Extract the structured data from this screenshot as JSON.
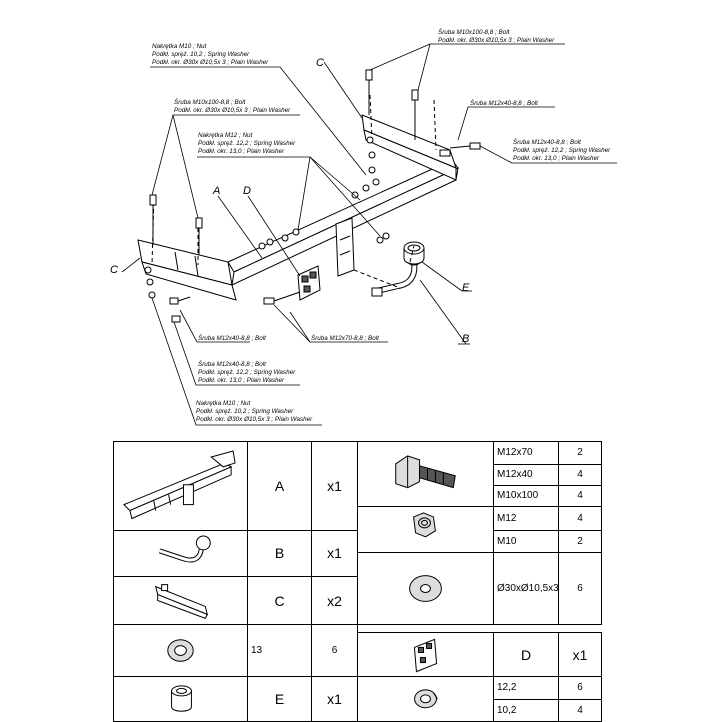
{
  "drawing": {
    "letters": {
      "C_top": "C",
      "C_left": "C",
      "A": "A",
      "D": "D",
      "E": "E",
      "B": "B"
    },
    "callouts": {
      "nut_m10_top": [
        "Nakrętka M10 ; Nut",
        "Podkł. spręż. 10,2 ; Spring Washer",
        "Podkł. okr. Ø30x Ø10,5x 3 ; Plain Washer"
      ],
      "bolt_m10_top_right": [
        "Śruba M10x100-8,8 ; Bolt",
        "Podkł. okr. Ø30x Ø10,5x 3 ; Plain Washer"
      ],
      "bolt_m12_right": [
        "Śruba M12x40-8,8 ; Bolt"
      ],
      "bolt_m12_washers_right": [
        "Śruba M12x40-8,8 ; Bolt",
        "Podkł. spręż. 12,2 ; Spring Washer",
        "Podkł. okr. 13,0 ; Plain Washer"
      ],
      "bolt_m10_left": [
        "Śruba M10x100-8,8 ; Bolt",
        "Podkł. okr. Ø30x Ø10,5x 3 ; Plain Washer"
      ],
      "nut_m12_mid": [
        "Nakrętka M12 ; Nut",
        "Podkł. spręż. 12,2 ; Spring Washer",
        "Podkł. okr. 13,0 ; Plain Washer"
      ],
      "bolt_m12_bottom": [
        "Śruba M12x40-8,8 ; Bolt"
      ],
      "bolt_m12x70": [
        "Śruba M12x70-8,8 ; Bolt"
      ],
      "bolt_m12_washers_bottom": [
        "Śruba M12x40-8,8 ; Bolt",
        "Podkł. spręż. 12,2 ; Spring Washer",
        "Podkł. okr. 13,0 ; Plain Washer"
      ],
      "nut_m10_bottom": [
        "Nakrętka M10 ; Nut",
        "Podkł. spręż. 10,2 ; Spring Washer",
        "Podkł. okr. Ø30x Ø10,5x 3 ; Plain Washer"
      ]
    }
  },
  "parts_table": {
    "parts": [
      {
        "code": "A",
        "qty": "x1",
        "icon": "crossbar-icon"
      },
      {
        "code": "B",
        "qty": "x1",
        "icon": "ball-neck-icon"
      },
      {
        "code": "C",
        "qty": "x2",
        "icon": "bracket-icon"
      },
      {
        "code": "D",
        "qty": "x1",
        "icon": "socket-plate-icon"
      },
      {
        "code": "E",
        "qty": "x1",
        "icon": "ball-cap-icon"
      }
    ],
    "hardware": [
      {
        "spec": "M12x70",
        "count": "2",
        "icon": "bolt-icon"
      },
      {
        "spec": "M12x40",
        "count": "4",
        "icon": "bolt-icon"
      },
      {
        "spec": "M10x100",
        "count": "4",
        "icon": "bolt-icon"
      },
      {
        "spec": "M12",
        "count": "4",
        "icon": "nut-icon"
      },
      {
        "spec": "M10",
        "count": "2",
        "icon": "nut-icon"
      },
      {
        "spec": "Ø30xØ10,5x3",
        "count": "6",
        "icon": "plain-washer-icon"
      },
      {
        "spec": "13",
        "count": "6",
        "icon": "small-washer-icon"
      },
      {
        "spec": "12,2",
        "count": "6",
        "icon": "spring-washer-icon"
      },
      {
        "spec": "10,2",
        "count": "4",
        "icon": "spring-washer-icon"
      }
    ]
  }
}
